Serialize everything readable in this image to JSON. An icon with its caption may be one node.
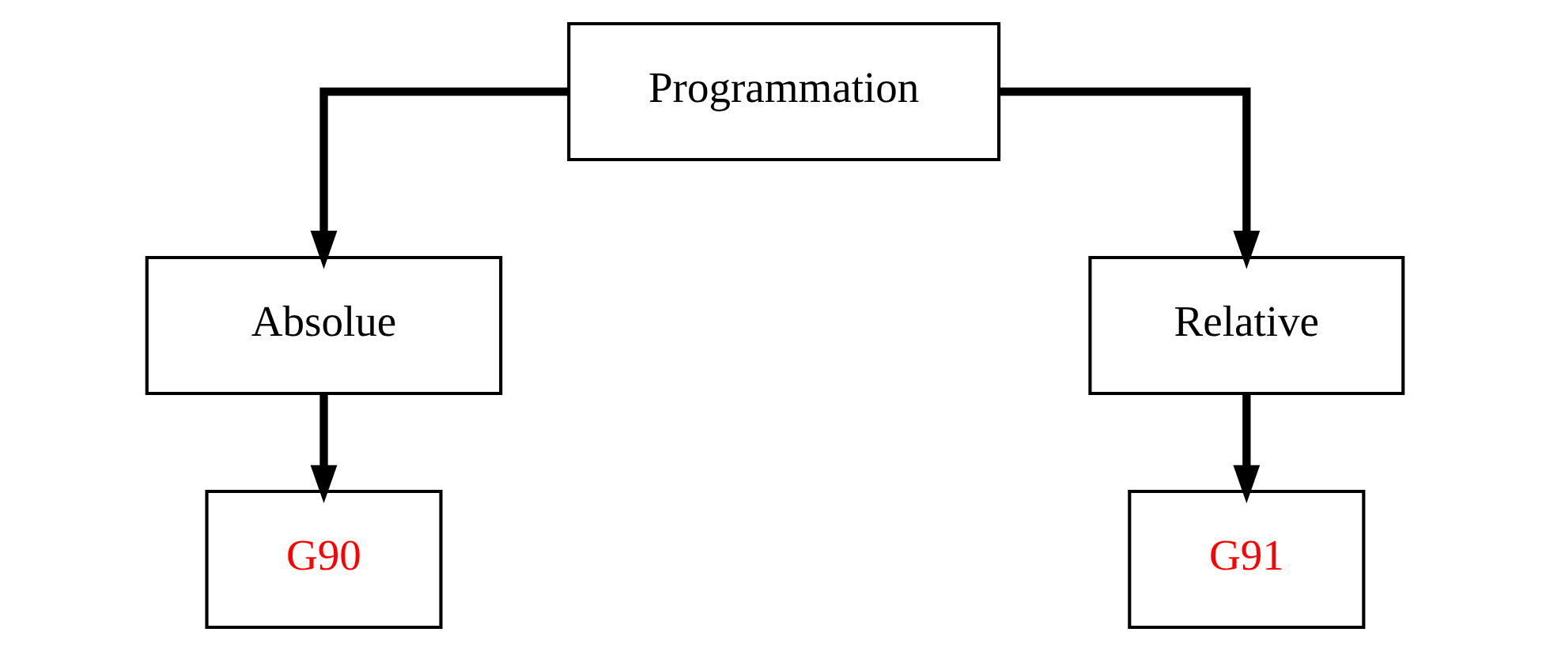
{
  "diagram": {
    "nodes": [
      {
        "text": [
          "Programmation"
        ]
      },
      {
        "text": [
          "Absolue"
        ]
      },
      {
        "text": [
          "Relative"
        ]
      },
      {
        "text": [
          "G90"
        ]
      },
      {
        "text": [
          "G91"
        ]
      }
    ],
    "edges": [
      {
        "from": 0,
        "to": 1,
        "arrow": "to"
      },
      {
        "from": 0,
        "to": 2,
        "arrow": "to"
      },
      {
        "from": 1,
        "to": 3,
        "arrow": "to"
      },
      {
        "from": 2,
        "to": 4,
        "arrow": "to"
      }
    ]
  }
}
